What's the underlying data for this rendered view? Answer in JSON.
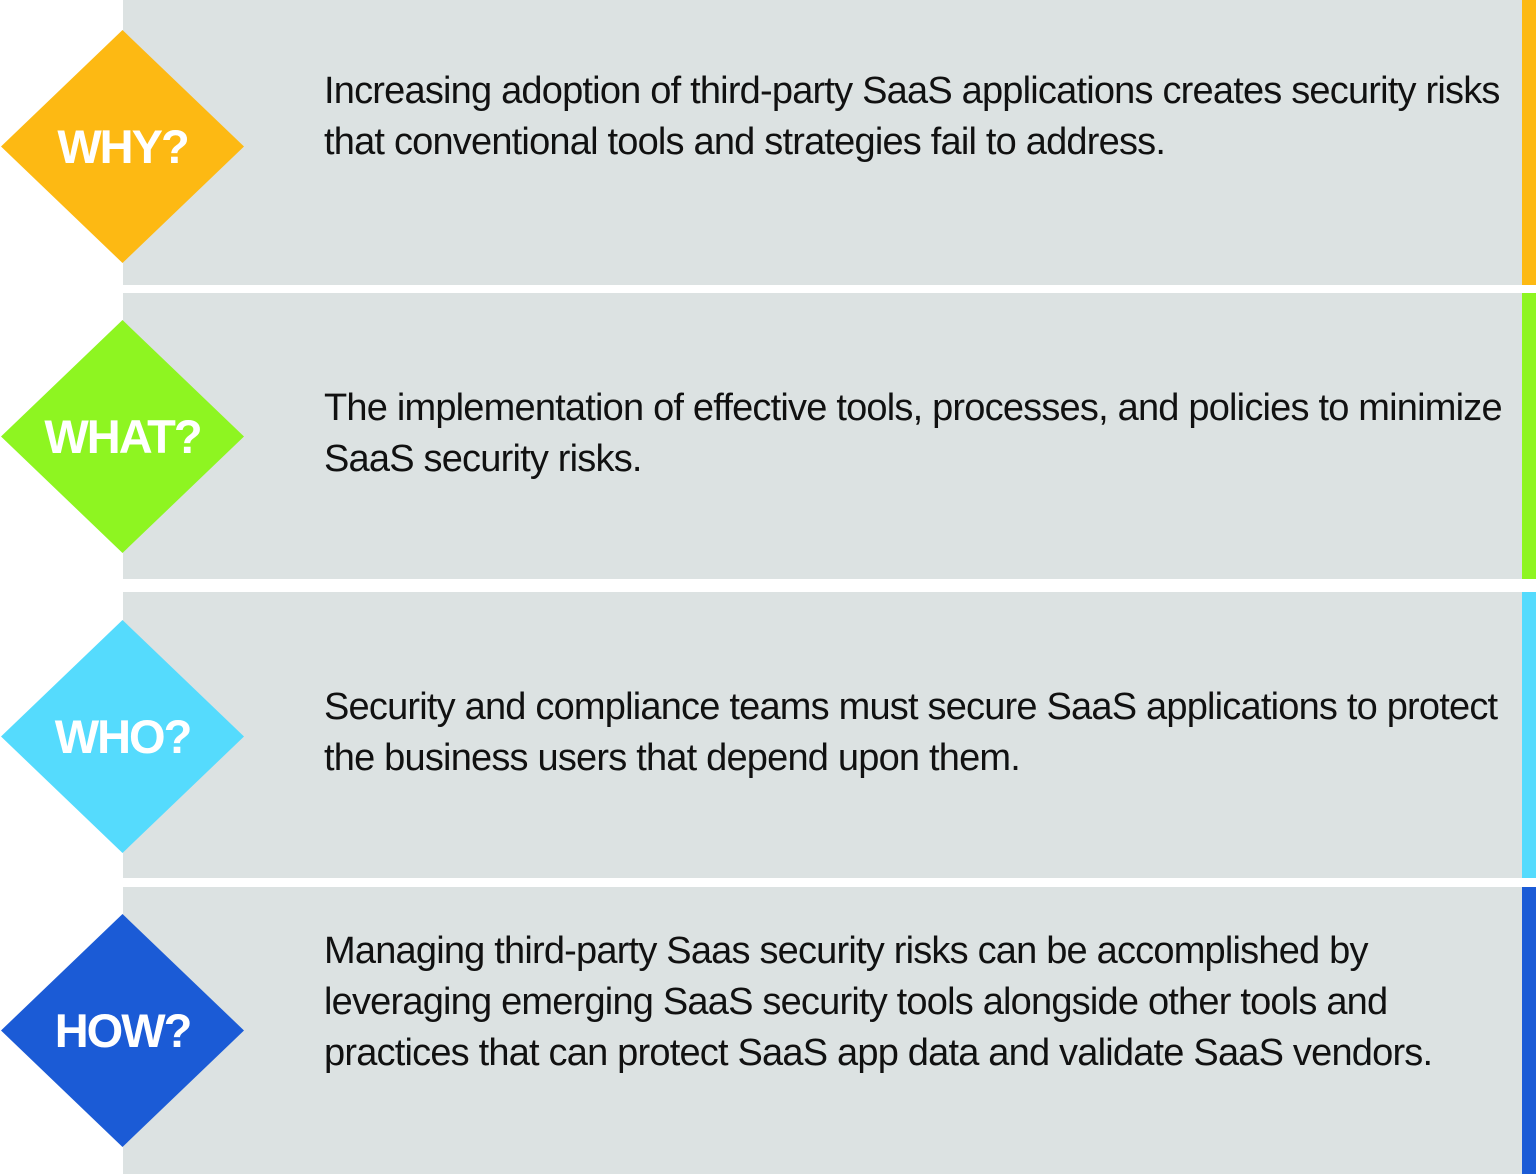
{
  "rows": [
    {
      "label": "WHY?",
      "color": "#fdb913",
      "text": "Increasing adoption of third-party SaaS applications creates security risks that conventional tools and strategies fail to address."
    },
    {
      "label": "WHAT?",
      "color": "#8ef521",
      "text": "The implementation of effective tools, processes, and policies to minimize SaaS security risks."
    },
    {
      "label": "WHO?",
      "color": "#55dbfd",
      "text": "Security and compliance teams must secure SaaS applications to protect the business users that depend upon them."
    },
    {
      "label": "HOW?",
      "color": "#1b5bd6",
      "text": "Managing third-party Saas security risks can be accomplished by leveraging emerging SaaS security tools alongside other tools and practices that can protect SaaS app data and validate SaaS vendors."
    }
  ]
}
